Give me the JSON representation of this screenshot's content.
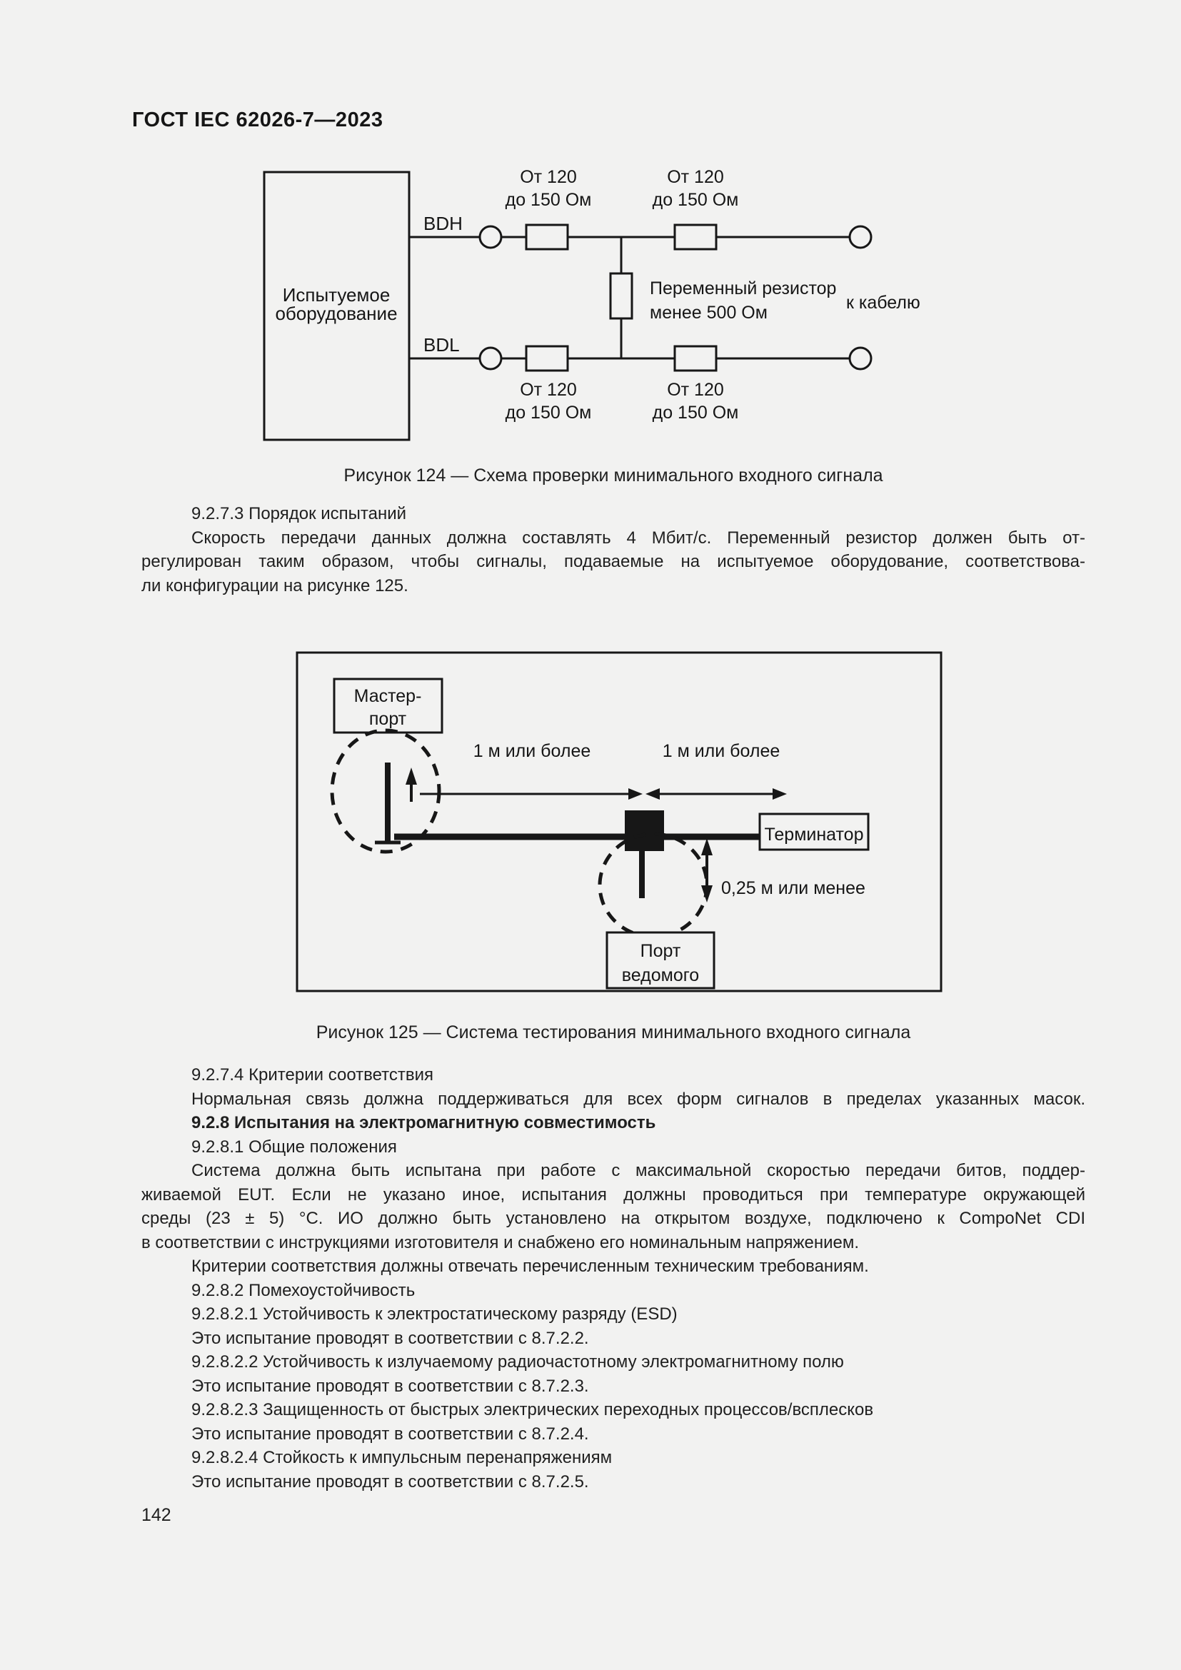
{
  "page": {
    "header": "ГОСТ IEC 62026-7—2023",
    "page_number": "142"
  },
  "colors": {
    "paper": "#f2f2f1",
    "ink": "#171717"
  },
  "figure124": {
    "caption": "Рисунок 124 — Схема проверки минимального входного сигнала",
    "eut_line1": "Испытуемое",
    "eut_line2": "оборудование",
    "bdh": "BDH",
    "bdl": "BDL",
    "resistor_label_line1": "От 120",
    "resistor_label_line2": "до 150 Ом",
    "variable_resistor_line1": "Переменный резистор",
    "variable_resistor_line2": "менее 500 Ом",
    "to_cable": "к кабелю"
  },
  "figure125": {
    "caption": "Рисунок 125 — Система тестирования минимального входного сигнала",
    "master_port_line1": "Мастер-",
    "master_port_line2": "порт",
    "distance_left": "1 м или более",
    "distance_right": "1 м или более",
    "terminator": "Терминатор",
    "drop_distance": "0,25 м или менее",
    "slave_port_line1": "Порт",
    "slave_port_line2": "ведомого"
  },
  "section1": {
    "lines": [
      {
        "t": "9.2.7.3 Порядок испытаний",
        "ind": 1
      },
      {
        "t": "Скорость передачи данных должна составлять 4 Мбит/с. Переменный резистор должен быть от-",
        "ind": 1,
        "j": 1
      },
      {
        "t": "регулирован таким образом, чтобы сигналы, подаваемые на испытуемое оборудование, соответствова-",
        "j": 1
      },
      {
        "t": "ли конфигурации на рисунке 125."
      }
    ]
  },
  "section2": {
    "lines": [
      {
        "t": "9.2.7.4 Критерии соответствия",
        "ind": 1
      },
      {
        "t": "Нормальная связь должна поддерживаться для всех форм сигналов в пределах указанных масок.",
        "ind": 1,
        "j": 1
      },
      {
        "t": "9.2.8 Испытания на электромагнитную совместимость",
        "ind": 1,
        "b": 1
      },
      {
        "t": "9.2.8.1 Общие положения",
        "ind": 1
      },
      {
        "t": "Система должна быть испытана при работе с максимальной скоростью передачи битов, поддер-",
        "ind": 1,
        "j": 1
      },
      {
        "t": "живаемой EUT. Если не указано иное, испытания должны проводиться при температуре окружающей",
        "j": 1
      },
      {
        "t": "среды (23 ± 5) °C. ИО должно быть установлено на открытом воздухе, подключено к CompoNet CDI",
        "j": 1
      },
      {
        "t": "в соответствии с инструкциями изготовителя и снабжено его номинальным напряжением."
      },
      {
        "t": "Критерии соответствия должны отвечать перечисленным техническим требованиям.",
        "ind": 1
      },
      {
        "t": "9.2.8.2 Помехоустойчивость",
        "ind": 1
      },
      {
        "t": "9.2.8.2.1 Устойчивость к электростатическому разряду (ESD)",
        "ind": 1
      },
      {
        "t": "Это испытание проводят в соответствии с 8.7.2.2.",
        "ind": 1
      },
      {
        "t": "9.2.8.2.2 Устойчивость к излучаемому радиочастотному электромагнитному полю",
        "ind": 1
      },
      {
        "t": "Это испытание проводят в соответствии с 8.7.2.3.",
        "ind": 1
      },
      {
        "t": "9.2.8.2.3 Защищенность от быстрых электрических переходных процессов/всплесков",
        "ind": 1
      },
      {
        "t": "Это испытание проводят в соответствии с 8.7.2.4.",
        "ind": 1
      },
      {
        "t": "9.2.8.2.4 Стойкость к импульсным перенапряжениям",
        "ind": 1
      },
      {
        "t": "Это испытание проводят в соответствии с 8.7.2.5.",
        "ind": 1
      }
    ]
  }
}
